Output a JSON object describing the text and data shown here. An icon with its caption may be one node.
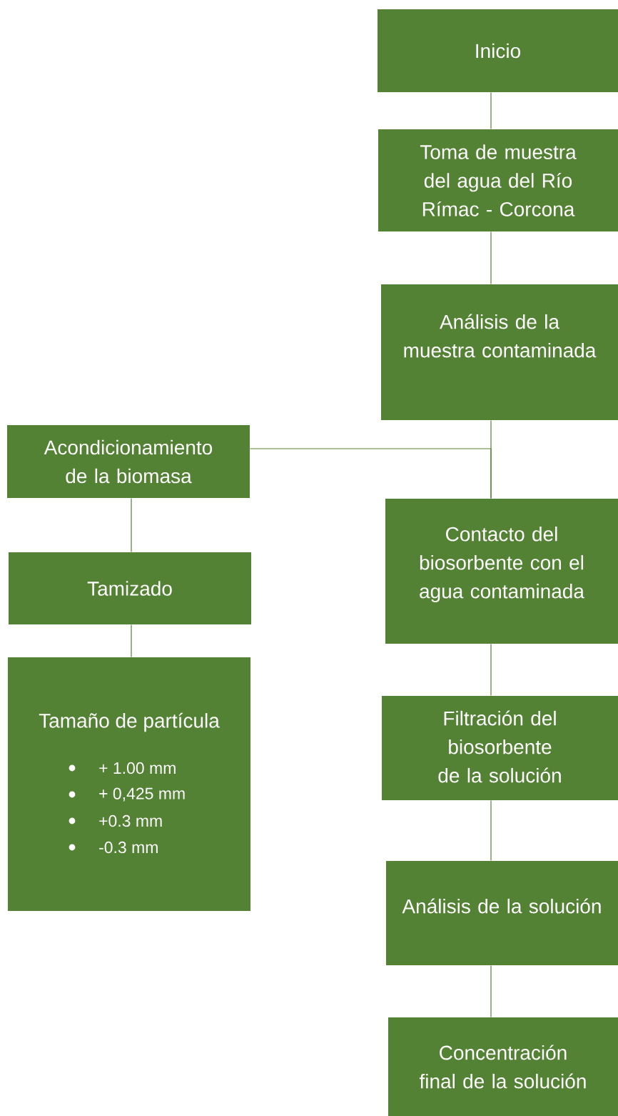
{
  "diagram": {
    "nodes": [
      {
        "text": [
          "Inicio"
        ]
      },
      {
        "text": [
          "Toma de muestra del agua del Río Rímac - Corcona"
        ]
      },
      {
        "text": [
          "Análisis de la muestra contaminada"
        ]
      },
      {
        "text": [
          "Acondicionamiento de la biomasa"
        ]
      },
      {
        "text": [
          "Tamizado"
        ]
      },
      {
        "text": [
          "Tamaño de partícula",
          "+ 1.00 mm",
          "+ 0,425 mm",
          "+0.3 mm",
          "-0.3 mm"
        ]
      },
      {
        "text": [
          "Contacto del biosorbente con el agua contaminada"
        ]
      },
      {
        "text": [
          "Filtración del biosorbente de la solución"
        ]
      },
      {
        "text": [
          "Análisis de la solución"
        ]
      },
      {
        "text": [
          "Concentración final de la solución"
        ]
      }
    ],
    "edges": [
      {
        "from": 0,
        "to": 1,
        "arrow": "none"
      },
      {
        "from": 1,
        "to": 2,
        "arrow": "none"
      },
      {
        "from": 2,
        "to": 6,
        "arrow": "none"
      },
      {
        "from": 3,
        "to": 6,
        "arrow": "none"
      },
      {
        "from": 3,
        "to": 4,
        "arrow": "none"
      },
      {
        "from": 4,
        "to": 5,
        "arrow": "none"
      },
      {
        "from": 6,
        "to": 7,
        "arrow": "none"
      },
      {
        "from": 7,
        "to": 8,
        "arrow": "none"
      },
      {
        "from": 8,
        "to": 9,
        "arrow": "none"
      }
    ]
  }
}
